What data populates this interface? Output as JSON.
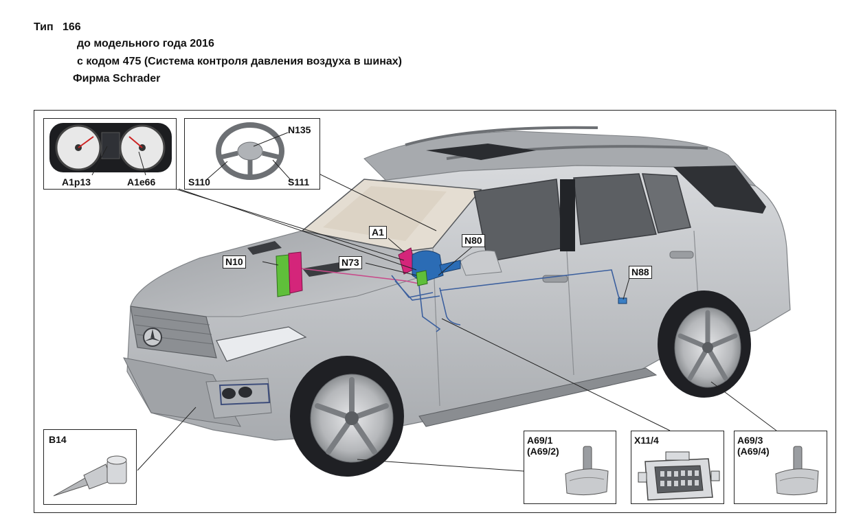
{
  "header": {
    "type_label": "Тип",
    "type_value": "166",
    "line1": "до модельного года 2016",
    "line2": "с кодом 475 (Система контроля давления воздуха в шинах)",
    "line3": "Фирма Schrader"
  },
  "labels": {
    "a1p13": "A1p13",
    "a1e66": "A1e66",
    "n135": "N135",
    "s110": "S110",
    "s111": "S111",
    "a1": "A1",
    "n80": "N80",
    "n10": "N10",
    "n73": "N73",
    "n88": "N88",
    "b14": "B14",
    "a69_1": "A69/1",
    "a69_2": "(A69/2)",
    "x11_4": "X11/4",
    "a69_3": "A69/3",
    "a69_4": "(A69/4)"
  },
  "colors": {
    "car_body": "#b9bcc0",
    "module_magenta": "#d4257a",
    "module_green": "#5fbf3a",
    "module_blue": "#2b6cb5",
    "wiring_blue": "#3b5f9e",
    "wiring_pink": "#c84a8a",
    "leader_line": "#222222"
  }
}
